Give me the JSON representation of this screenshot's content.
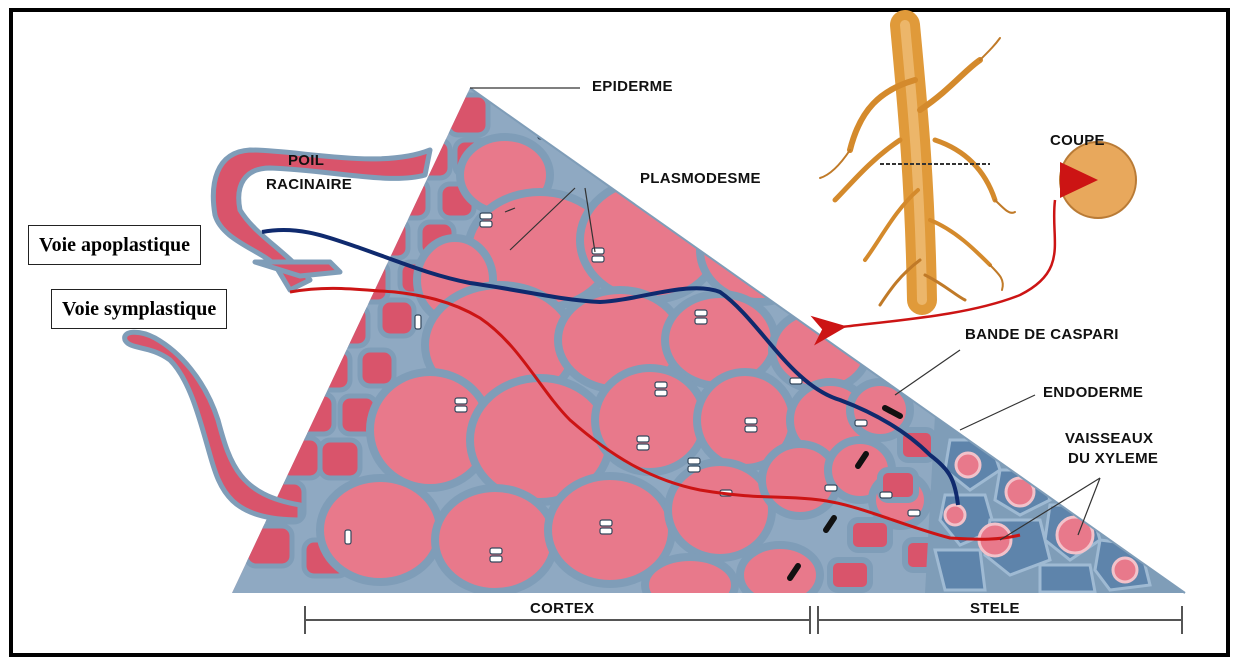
{
  "labels": {
    "epiderme": "EPIDERME",
    "poil": "POIL",
    "racinaire": "RACINAIRE",
    "plasmodesme": "PLASMODESME",
    "coupe": "COUPE",
    "bande_caspari": "BANDE DE CASPARI",
    "endoderme": "ENDODERME",
    "vaisseaux": "VAISSEAUX",
    "du_xyleme": "DU XYLEME",
    "cortex": "CORTEX",
    "stele": "STELE"
  },
  "pathways": {
    "apoplastic": "Voie apoplastique",
    "symplastic": "Voie symplastique"
  },
  "colors": {
    "cell_fill": "#d9546b",
    "cell_light": "#f2b3bc",
    "wall": "#7f9db8",
    "wall_light": "#a8c0d6",
    "apoplastic_path": "#0f2a6e",
    "symplastic_path": "#cc1414",
    "root": "#e09a3a",
    "section": "#e8a85c"
  }
}
